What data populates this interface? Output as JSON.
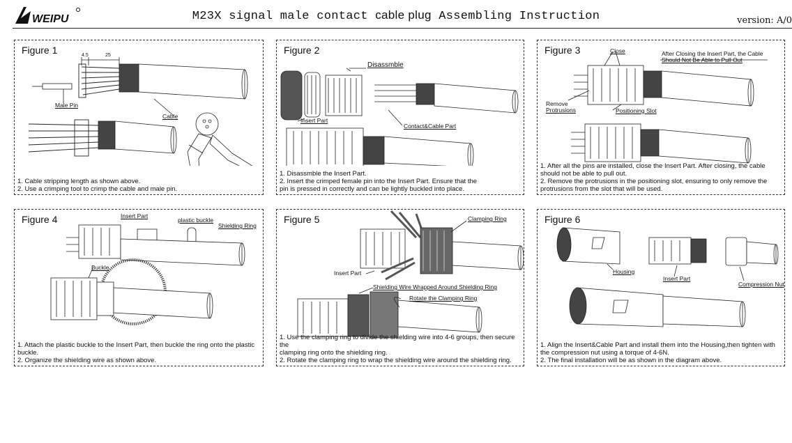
{
  "header": {
    "logo_text": "WEIPU",
    "title_part1": "M23X signal male contact ",
    "title_part2": "cable plug",
    "title_part3": " Assembling Instruction",
    "version": "version: A/0"
  },
  "figures": [
    {
      "title": "Figure 1",
      "labels": {
        "dim_45": "4.5",
        "dim_25": "25",
        "male_pin": "Male Pin",
        "cable": "Cable"
      },
      "caption": [
        "1. Cable stripping length as shown above.",
        "2. Use a crimping tool to crimp the cable and male pin."
      ]
    },
    {
      "title": "Figure 2",
      "labels": {
        "disassemble": "Disassmble",
        "insert_part": "Insert Part",
        "contact_cable": "Contact&Cable Part"
      },
      "caption": [
        "1. Disassmble the Insert Part.",
        "2. Insert the crimped female pin into the Insert Part. Ensure that the",
        "pin is pressed in correctly and can be lightly buckled into place."
      ]
    },
    {
      "title": "Figure 3",
      "labels": {
        "close": "Close",
        "after_closing_1": "After Closing the Insert Part, the Cable",
        "after_closing_2": "Should Not Be Able to Pull Out",
        "remove_1": "Remove",
        "remove_2": "Protrusions",
        "positioning_slot": "Positioning Slot"
      },
      "caption": [
        "1. After all the pins are installed, close the Insert Part. After closing, the cable",
        "should not be able to pull out.",
        "2. Remove the protrusions in the positioning slot, ensuring to only remove the",
        "protrusions from the slot that will be used."
      ]
    },
    {
      "title": "Figure 4",
      "labels": {
        "insert_part": "Insert Part",
        "plastic_buckle": "plastic buckle",
        "shielding_ring": "Shielding Ring",
        "buckle": "Buckle"
      },
      "caption": [
        "1. Attach the plastic buckle to the Insert Part, then buckle the ring onto the plastic",
        "buckle.",
        "2. Organize the shielding wire as shown above."
      ]
    },
    {
      "title": "Figure 5",
      "labels": {
        "clamping_ring": "Clamping Ring",
        "insert_part": "Insert Part",
        "shielding_wrapped": "Shielding Wire Wrapped Around Shielding Ring",
        "rotate": "Rotate the Clamping Ring"
      },
      "caption": [
        "1. Use the clamping ring to divide the shielding wire into 4-6 groups, then secure the",
        "clamping ring onto the shielding ring.",
        "2. Rotate the clamping ring to wrap the shielding wire around the shielding ring."
      ]
    },
    {
      "title": "Figure 6",
      "labels": {
        "housing": "Housing",
        "insert_part": "Insert Part",
        "compression_nut": "Compression Nut"
      },
      "caption": [
        "1. Align the Insert&Cable Part and install them into the Housing,then tighten with",
        "the compression nut using a torque of 4-6N.",
        "2. The final installation will be as shown in the diagram above."
      ]
    }
  ]
}
